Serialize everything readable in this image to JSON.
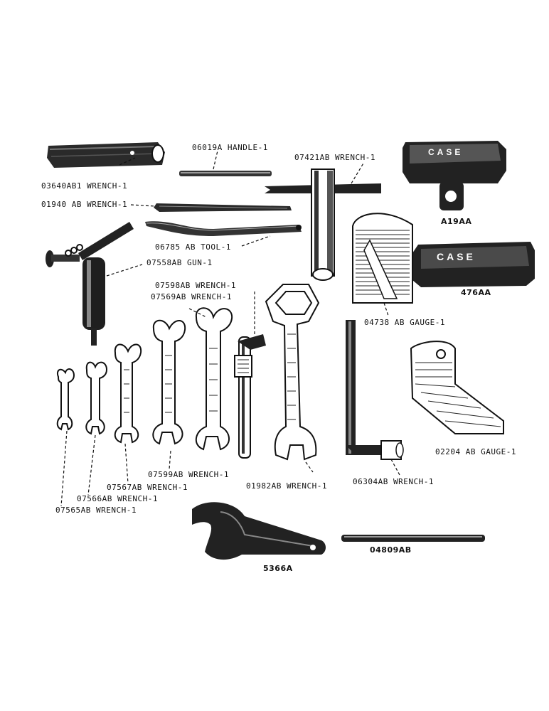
{
  "labels": {
    "wrench_03640": "03640AB1 WRENCH-1",
    "handle_06019": "06019A HANDLE-1",
    "wrench_07421": "07421AB WRENCH-1",
    "wrench_01940": "01940 AB  WRENCH-1",
    "tool_06785": "06785 AB TOOL-1",
    "gun_07558": "07558AB GUN-1",
    "wrench_07598": "07598AB WRENCH-1",
    "wrench_07569": "07569AB WRENCH-1",
    "gauge_04738": "04738 AB  GAUGE-1",
    "gauge_02204": "02204 AB  GAUGE-1",
    "wrench_07599": "07599AB WRENCH-1",
    "wrench_07567": "07567AB WRENCH-1",
    "wrench_07566": "07566AB WRENCH-1",
    "wrench_07565": "07565AB WRENCH-1",
    "wrench_01982": "01982AB WRENCH-1",
    "wrench_06304": "06304AB WRENCH-1",
    "box_a19aa": "A19AA",
    "box_476aa": "476AA",
    "wrench_5366a": "5366A",
    "part_04809": "04809AB"
  },
  "box_lettering": "CASE"
}
